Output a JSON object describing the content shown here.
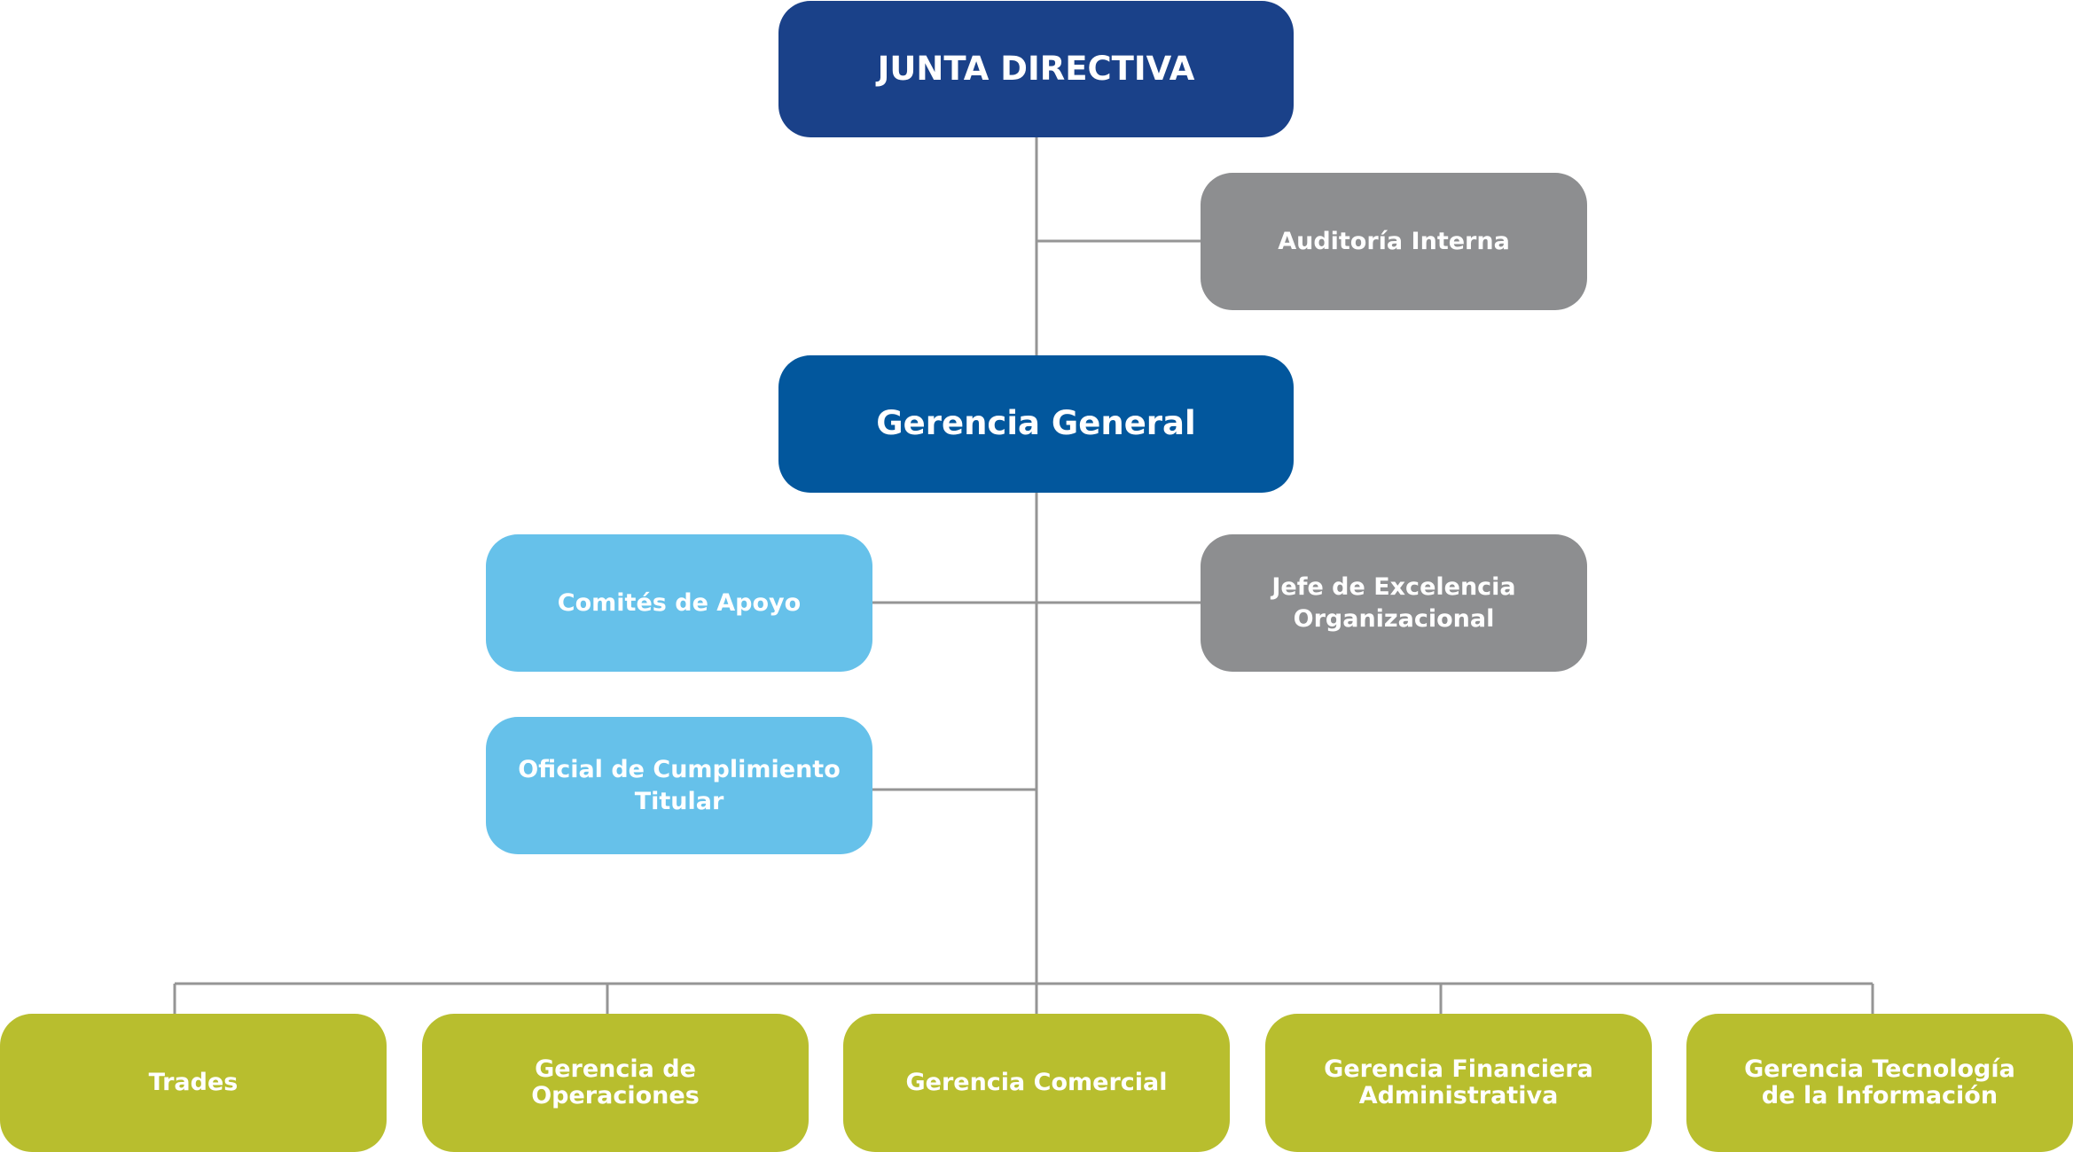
{
  "colors": {
    "junta": "#1a4189",
    "gerencia_general": "#02579d",
    "gray": "#8d8e90",
    "light_blue": "#66c1ea",
    "green": "#b8be2e",
    "connector": "#959595"
  },
  "nodes": {
    "junta_directiva": {
      "lines": [
        "JUNTA DIRECTIVA"
      ]
    },
    "auditoria_interna": {
      "lines": [
        "Auditoría Interna"
      ]
    },
    "gerencia_general": {
      "lines": [
        "Gerencia General"
      ]
    },
    "comites_apoyo": {
      "lines": [
        "Comités de Apoyo"
      ]
    },
    "jefe_excelencia": {
      "lines": [
        "Jefe de Excelencia",
        "Organizacional"
      ]
    },
    "oficial_cumplimiento": {
      "lines": [
        "Oficial de Cumplimiento",
        "Titular"
      ]
    },
    "trades": {
      "lines": [
        "Trades"
      ]
    },
    "gerencia_operaciones": {
      "lines": [
        "Gerencia de",
        "Operaciones"
      ]
    },
    "gerencia_comercial": {
      "lines": [
        "Gerencia Comercial"
      ]
    },
    "gerencia_financiera": {
      "lines": [
        "Gerencia Financiera",
        "Administrativa"
      ]
    },
    "gerencia_tecnologia": {
      "lines": [
        "Gerencia Tecnología",
        "de la Información"
      ]
    }
  }
}
